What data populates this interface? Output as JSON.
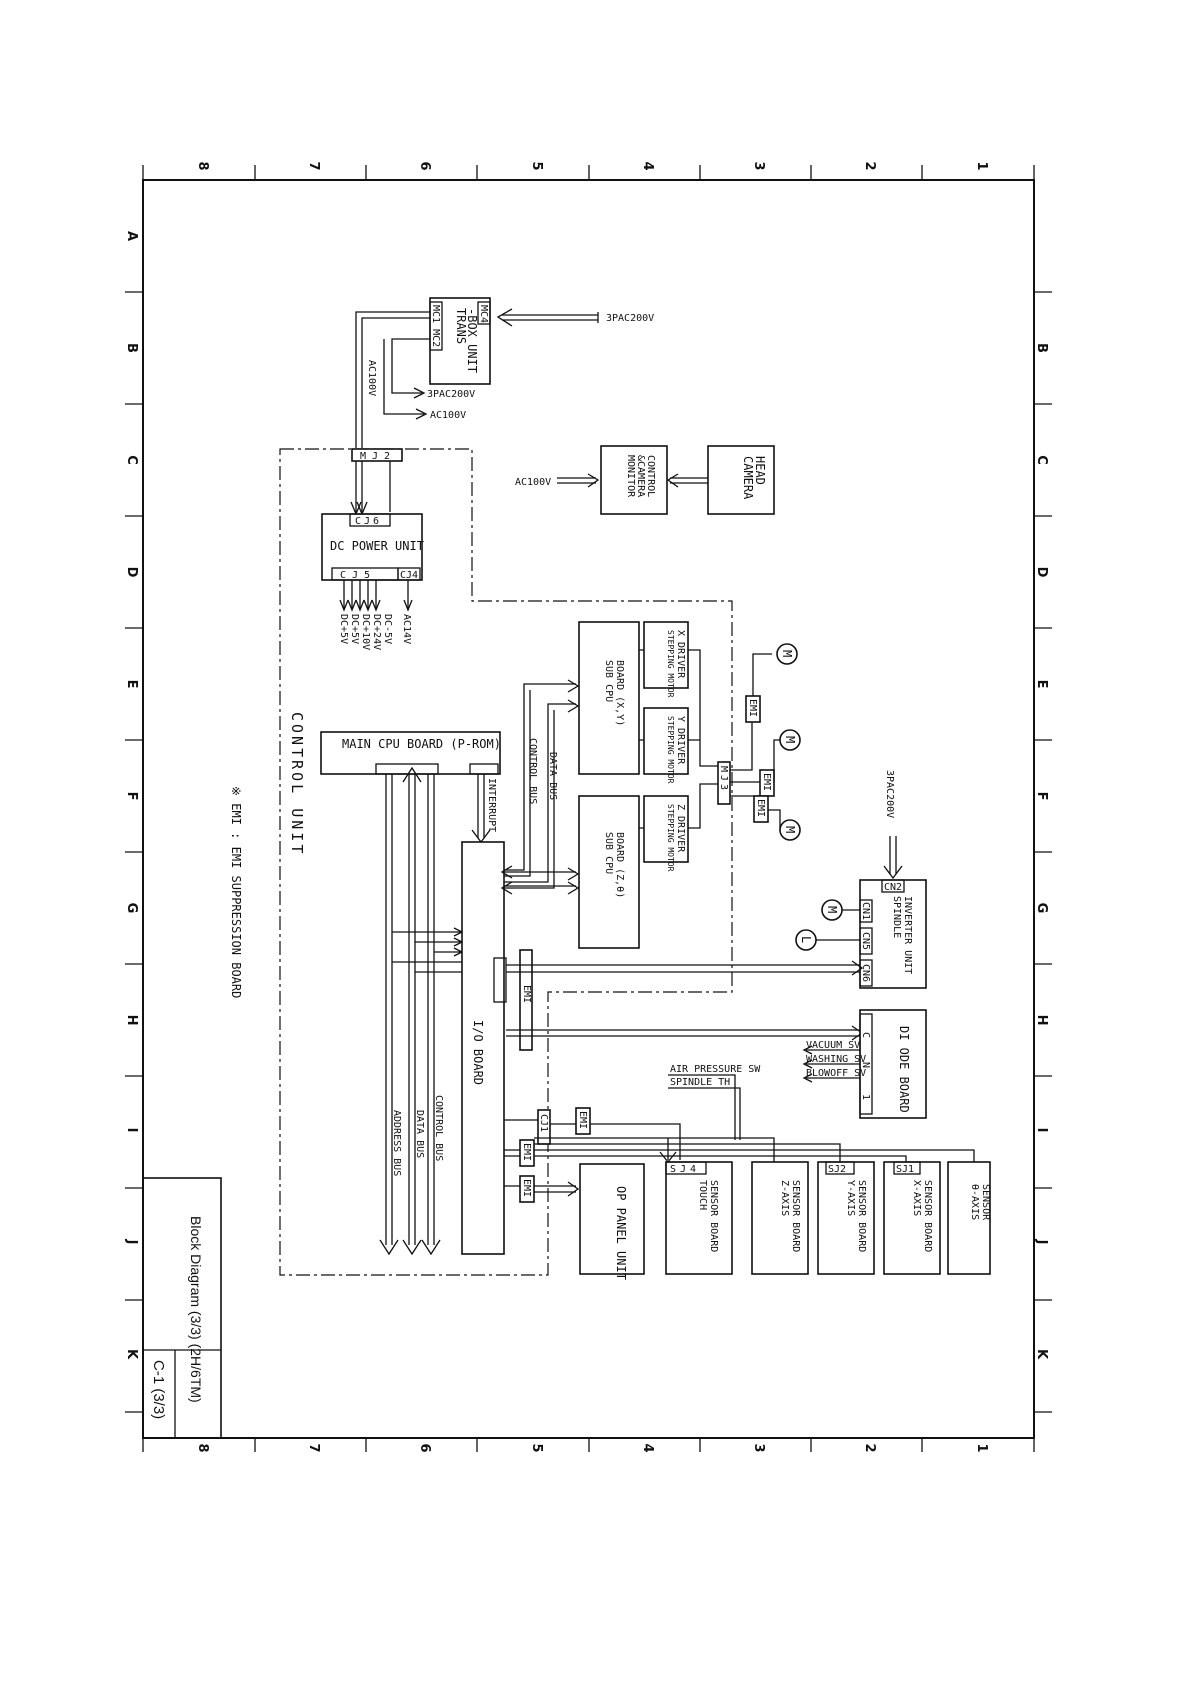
{
  "ruler": {
    "cols": [
      "8",
      "7",
      "6",
      "5",
      "4",
      "3",
      "2",
      "1"
    ],
    "rows": [
      "A",
      "B",
      "C",
      "D",
      "E",
      "F",
      "G",
      "H",
      "I",
      "J",
      "K"
    ]
  },
  "blocks": {
    "trans_unit": [
      "TRANS",
      "-BOX UNIT"
    ],
    "trans_cn_in": "MC4",
    "trans_cn_out": "MC1 MC2",
    "control_unit": "CONTROL UNIT",
    "dc_power": "DC POWER UNIT",
    "dc_cn_top": "CJ6",
    "dc_cn_bottom": "CJ5",
    "dc_cn_ac": "CJ4",
    "monitor": [
      "MONITOR",
      "&CAMERA",
      "CONTROL"
    ],
    "camera": [
      "CAMERA",
      "HEAD"
    ],
    "main_cpu": "MAIN CPU BOARD (P-ROM)",
    "sub_cpu_xy": [
      "SUB CPU",
      "BOARD (X,Y)"
    ],
    "sub_cpu_zt": [
      "SUB CPU",
      "BOARD (Z,θ)"
    ],
    "x_driver": [
      "STEPPING MOTOR",
      "X DRIVER"
    ],
    "y_driver": [
      "STEPPING MOTOR",
      "Y DRIVER"
    ],
    "z_driver": [
      "STEPPING MOTOR",
      "Z DRIVER"
    ],
    "io_board": "I/O BOARD",
    "spindle_inverter": [
      "SPINDLE",
      "INVERTER UNIT"
    ],
    "diode_board": "DI ODE BOARD",
    "op_panel": "OP PANEL UNIT",
    "touch_sensor": [
      "TOUCH",
      "SENSOR BOARD"
    ],
    "z_sensor": [
      "Z-AXIS",
      "SENSOR BOARD"
    ],
    "y_sensor": [
      "Y-AXIS",
      "SENSOR BOARD"
    ],
    "x_sensor": [
      "X-AXIS",
      "SENSOR BOARD"
    ],
    "theta_sensor": [
      "θ-AXIS",
      "SENSOR"
    ]
  },
  "connectors": {
    "mj2": "MJ2",
    "mj3": "MJ3",
    "sj4": "SJ4",
    "sj2": "SJ2",
    "sj1": "SJ1",
    "cn2": "CN2",
    "cn1": "CN1",
    "cn5": "CN5",
    "cn6": "CN6",
    "cj1": "CJ1",
    "eml": "EMI"
  },
  "signals": {
    "pac200_top": "3PAC200V",
    "pac200_mid": "3PAC200V",
    "ac100_out": "AC100V",
    "ac100_vert": "AC100V",
    "ac100_monitor": "AC100V",
    "pac200_spindle": "3PAC200V",
    "dc_outputs": [
      "DC+5V",
      "DC+5V",
      "DC+10V",
      "DC+24V",
      "DC-5V"
    ],
    "ac14": "AC14V",
    "control_bus_v": "CONTROL BUS",
    "data_bus_v": "DATA BUS",
    "address_bus": "ADDRESS BUS",
    "data_bus": "DATA BUS",
    "control_bus": "CONTROL BUS",
    "interrupt": "INTERRUPT",
    "air_pressure": "AIR PRESSURE SW",
    "spindle_th": "SPINDLE TH",
    "vacuum": "VACUUM SV",
    "washing": "WASHING SV",
    "blowoff": "BLOWOFF SV",
    "motor": "M",
    "lamp": "L",
    "diode_pins": [
      "C",
      "N",
      "1"
    ]
  },
  "note": "※ EMI : EMI SUPPRESSION BOARD",
  "title_block": {
    "title": "Block Diagram (3/3) (2H/6TM)",
    "page": "C-1 (3/3)"
  }
}
